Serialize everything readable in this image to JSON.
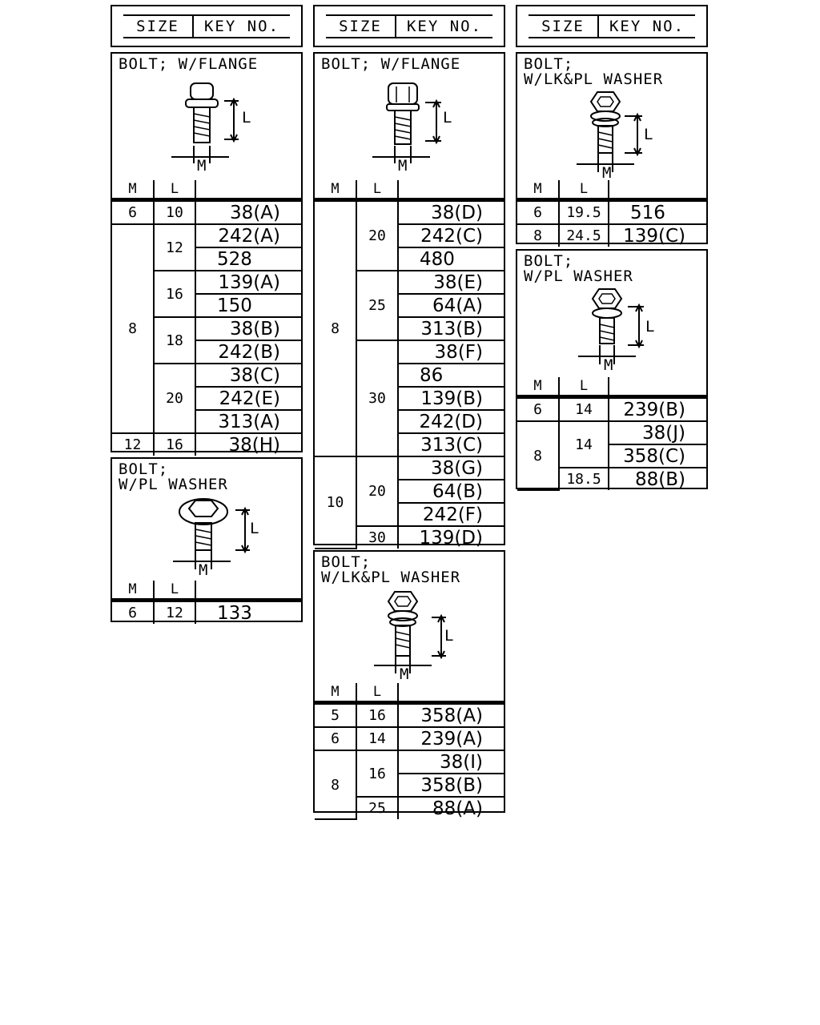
{
  "header": {
    "size": "SIZE",
    "key": "KEY NO."
  },
  "labels": {
    "m": "M",
    "l": "L"
  },
  "titles": {
    "flange": "BOLT; W/FLANGE",
    "pl_washer": "BOLT;\nW/PL WASHER",
    "lk_pl_washer": "BOLT;\nW/LK&PL WASHER"
  },
  "tables": {
    "c1_flange": [
      [
        "6",
        "10",
        "38(A)"
      ],
      [
        "8",
        "12",
        "242(A)"
      ],
      [
        "528"
      ],
      [
        "16",
        "139(A)"
      ],
      [
        "150"
      ],
      [
        "18",
        "38(B)"
      ],
      [
        "242(B)"
      ],
      [
        "20",
        "38(C)"
      ],
      [
        "242(E)"
      ],
      [
        "313(A)"
      ],
      [
        "12",
        "16",
        "38(H)"
      ]
    ],
    "c1_pl": [
      [
        "6",
        "12",
        "133"
      ]
    ],
    "c2_flange": [
      [
        "8",
        "20",
        "38(D)"
      ],
      [
        "242(C)"
      ],
      [
        "480"
      ],
      [
        "25",
        "38(E)"
      ],
      [
        "64(A)"
      ],
      [
        "313(B)"
      ],
      [
        "30",
        "38(F)"
      ],
      [
        "86"
      ],
      [
        "139(B)"
      ],
      [
        "242(D)"
      ],
      [
        "313(C)"
      ],
      [
        "10",
        "20",
        "38(G)"
      ],
      [
        "64(B)"
      ],
      [
        "242(F)"
      ],
      [
        "30",
        "139(D)"
      ]
    ],
    "c2_lk": [
      [
        "5",
        "16",
        "358(A)"
      ],
      [
        "6",
        "14",
        "239(A)"
      ],
      [
        "8",
        "16",
        "38(I)"
      ],
      [
        "358(B)"
      ],
      [
        "25",
        "88(A)"
      ]
    ],
    "c3_lk": [
      [
        "6",
        "19.5",
        "516"
      ],
      [
        "8",
        "24.5",
        "139(C)"
      ]
    ],
    "c3_pl": [
      [
        "6",
        "14",
        "239(B)"
      ],
      [
        "8",
        "14",
        "38(J)"
      ],
      [
        "358(C)"
      ],
      [
        "18.5",
        "88(B)"
      ]
    ]
  }
}
